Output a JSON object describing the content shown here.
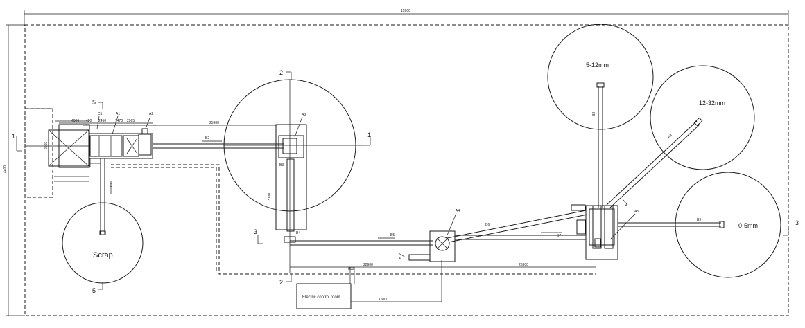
{
  "dimensions": {
    "overall_width": "15900",
    "overall_height": "4400",
    "left_unit": "4000",
    "seg_a": "450",
    "seg_b": "2450",
    "seg_c": "1470",
    "seg_d": "2965",
    "main_conveyor": "25900",
    "left_down": "3100",
    "bottom_left": "22900",
    "bottom_right": "26300",
    "ctrl_down": "800",
    "ctrl_right": "16000"
  },
  "equipment": {
    "c1": "C1",
    "a1": "A1",
    "a2": "A2",
    "a3": "A3",
    "a4": "A4",
    "a5": "A5",
    "b1": "B1"
  },
  "piles": {
    "scrap": "Scrap",
    "p5_12": "5-12mm",
    "p12_32": "12-32mm",
    "p0_5": "0-5mm"
  },
  "section_marks": {
    "s1": "1",
    "s2": "2",
    "s3": "3",
    "s4": "4",
    "s5": "5"
  },
  "conveyor_labels": {
    "b1": "B1",
    "b2": "B2",
    "b3": "B3",
    "b4": "B4",
    "b5": "B5",
    "b6": "B6",
    "b7": "B7",
    "b8": "B8",
    "b9": "B9"
  },
  "control_room": "Electric control room"
}
